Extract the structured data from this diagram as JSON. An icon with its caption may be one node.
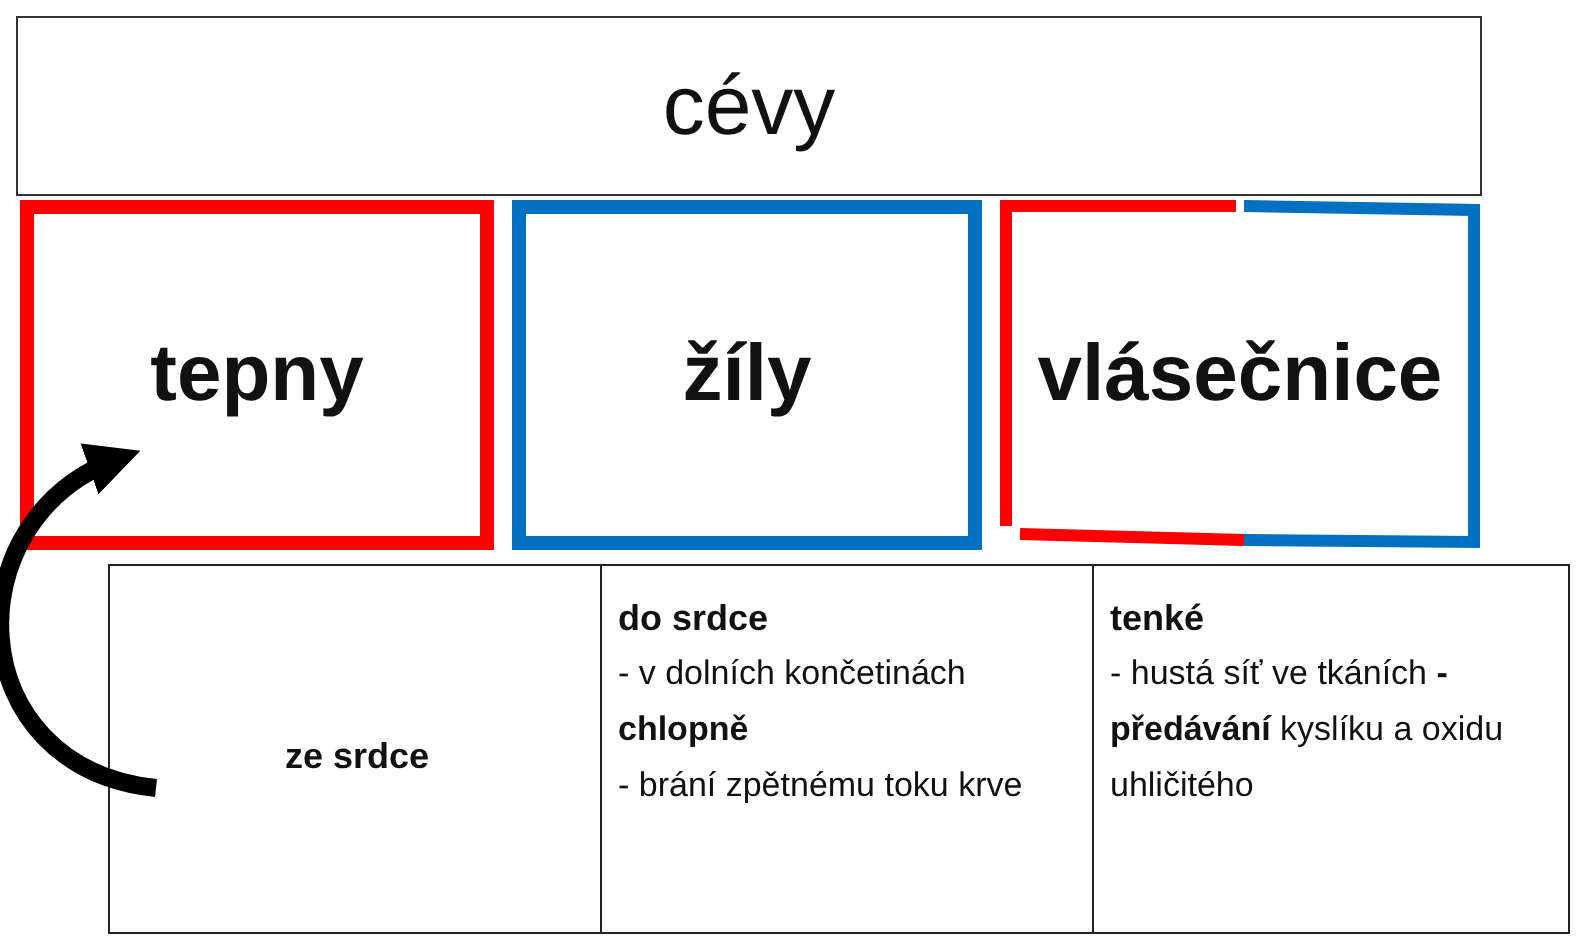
{
  "diagram": {
    "nodes": [
      {
        "text": [
          "cévy"
        ]
      },
      {
        "text": [
          "tepny"
        ]
      },
      {
        "text": [
          "žíly"
        ]
      },
      {
        "text": [
          "vlásečnice"
        ]
      },
      {
        "text": [
          "ze srdce"
        ]
      },
      {
        "text": [
          "do srdce",
          "- v dolních končetinách **chlopně**",
          "- brání zpětnému toku krve"
        ]
      },
      {
        "text": [
          "tenké",
          "- hustá síť ve tkáních **- předávání** kyslíku a oxidu uhličitého"
        ]
      }
    ],
    "edges": [
      {
        "from": 4,
        "to": 1,
        "arrow": "to"
      }
    ]
  }
}
